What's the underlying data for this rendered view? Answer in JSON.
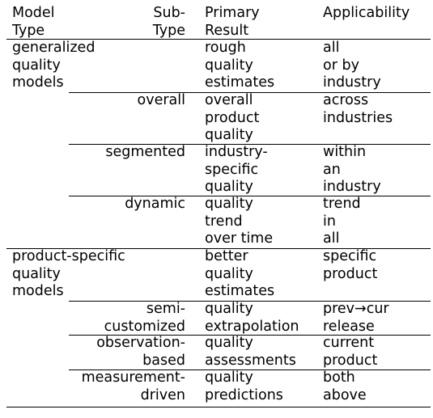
{
  "header": {
    "model_type": "Model\nType",
    "sub_type": "Sub-\nType",
    "primary_result": "Primary\nResult",
    "applicability": "Applicability"
  },
  "rows": [
    {
      "model_type": "generalized\nquality\nmodels",
      "sub_type": "",
      "primary_result": "rough\nquality\nestimates",
      "applicability": "all\nor by\nindustry"
    },
    {
      "model_type": "",
      "sub_type": "overall",
      "primary_result": "overall\nproduct\nquality",
      "applicability": "across\nindustries"
    },
    {
      "model_type": "",
      "sub_type": "segmented",
      "primary_result": "industry-\nspecific\nquality",
      "applicability": "within\nan\nindustry"
    },
    {
      "model_type": "",
      "sub_type": "dynamic",
      "primary_result": "quality\ntrend\nover time",
      "applicability": "trend\nin\nall"
    },
    {
      "model_type": "product-specific\nquality\nmodels",
      "sub_type": "",
      "primary_result": "better\nquality\nestimates",
      "applicability": "specific\nproduct"
    },
    {
      "model_type": "",
      "sub_type": "semi-\ncustomized",
      "primary_result": "quality\nextrapolation",
      "applicability": "prev→cur\nrelease"
    },
    {
      "model_type": "",
      "sub_type": "observation-\nbased",
      "primary_result": "quality\nassessments",
      "applicability": "current\nproduct"
    },
    {
      "model_type": "",
      "sub_type": "measurement-\ndriven",
      "primary_result": "quality\npredictions",
      "applicability": "both\nabove"
    }
  ]
}
